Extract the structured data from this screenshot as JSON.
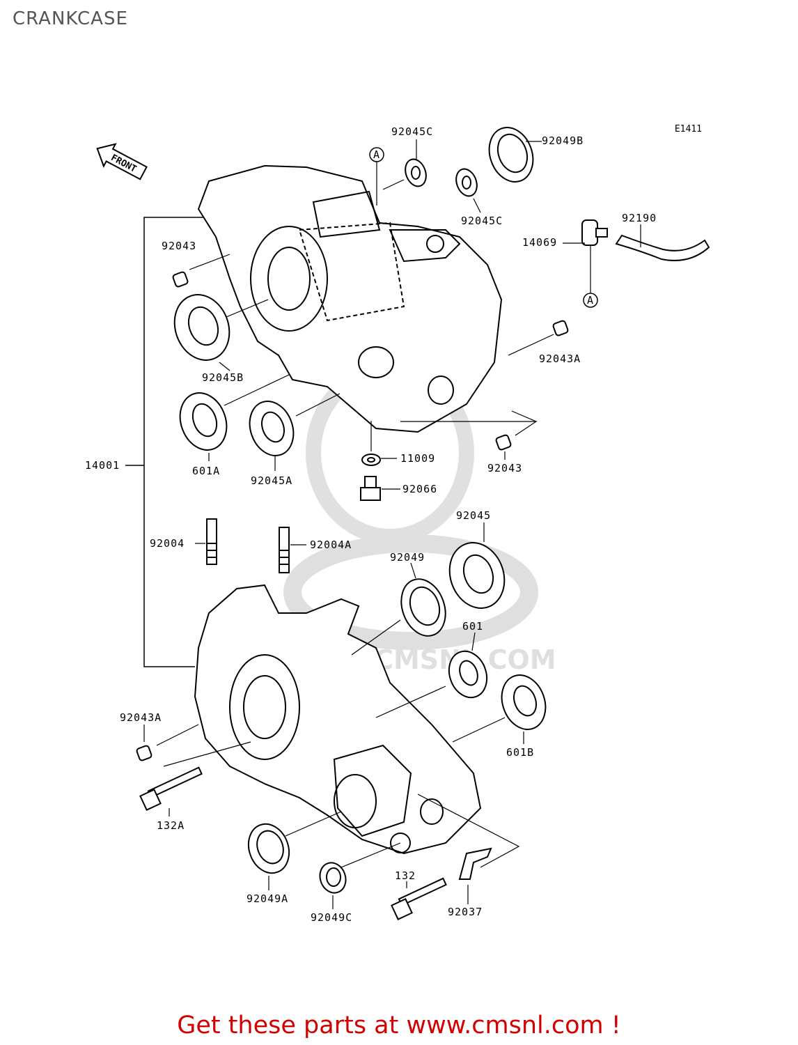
{
  "page": {
    "title": "CRANKCASE",
    "diagram_code": "E1411"
  },
  "front_arrow": {
    "label": "FRONT"
  },
  "markers": {
    "a_top": "A",
    "a_bottom": "A"
  },
  "watermark": {
    "text": "WWW.CMSNL.COM"
  },
  "labels": {
    "p92045C_top": "92045C",
    "p92049B": "92049B",
    "p92045C_mid": "92045C",
    "p92190": "92190",
    "p14069": "14069",
    "p92043": "92043",
    "p92045B": "92045B",
    "p92043A_right": "92043A",
    "p601A": "601A",
    "p92045A": "92045A",
    "p11009": "11009",
    "p92043_right": "92043",
    "p14001": "14001",
    "p92066": "92066",
    "p92045": "92045",
    "p92004": "92004",
    "p92004A": "92004A",
    "p92049": "92049",
    "p601": "601",
    "p92043A_left": "92043A",
    "p601B": "601B",
    "p132A": "132A",
    "p132": "132",
    "p92049A": "92049A",
    "p92049C": "92049C",
    "p92037": "92037"
  },
  "footer": {
    "text": "Get these parts at www.cmsnl.com !",
    "color": "#d40000"
  }
}
